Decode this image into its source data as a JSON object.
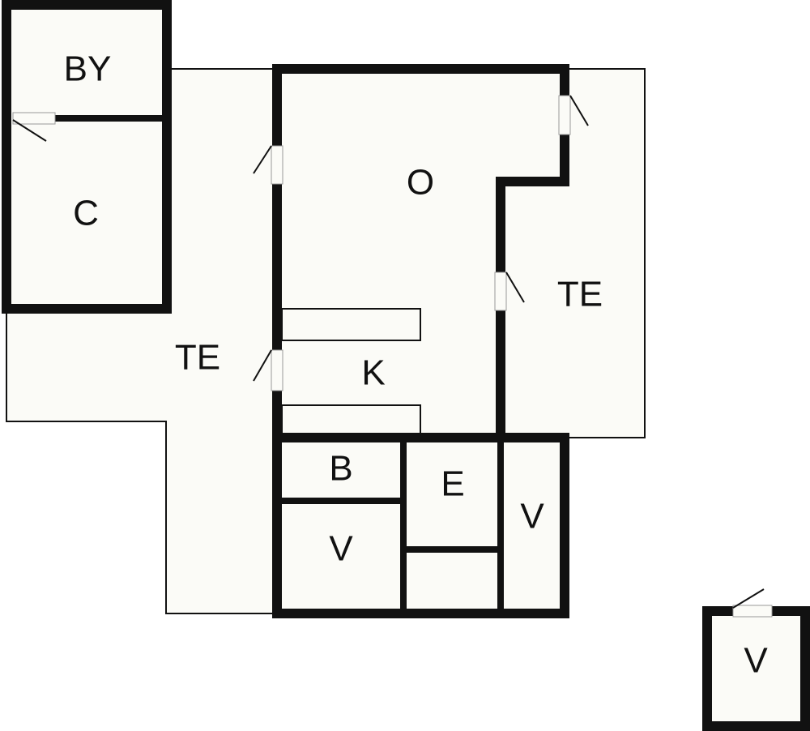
{
  "rooms": {
    "storage_top": "BY",
    "closet": "C",
    "terrace_left": "TE",
    "living": "O",
    "terrace_right": "TE",
    "kitchen": "K",
    "bath": "B",
    "entry": "E",
    "bedroom_1": "V",
    "bedroom_2": "V",
    "outbuilding": "V"
  }
}
